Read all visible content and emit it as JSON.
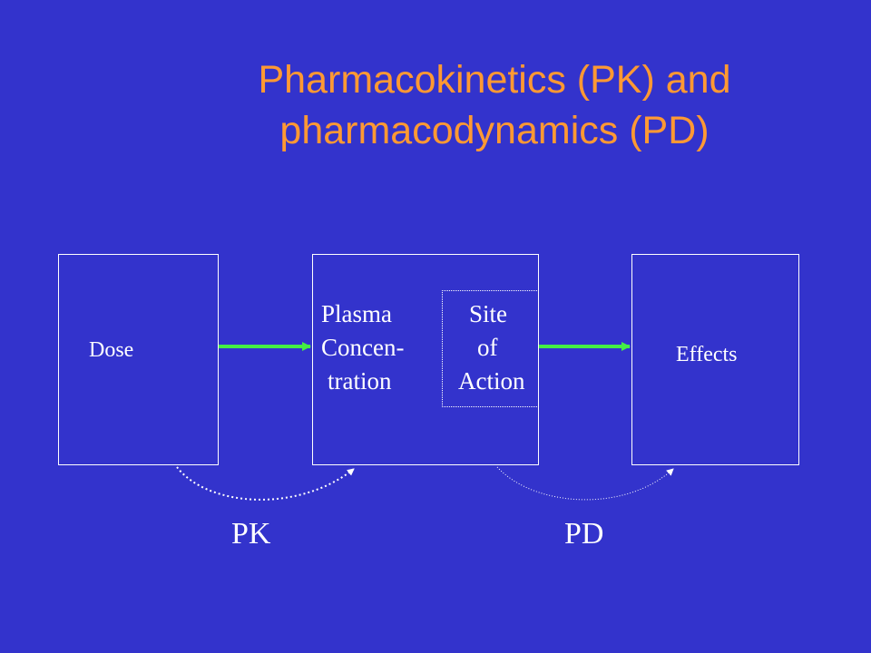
{
  "slide": {
    "title_line1": "Pharmacokinetics (PK) and",
    "title_line2": "pharmacodynamics (PD)"
  },
  "diagram": {
    "dose_label": "Dose",
    "plasma_line1": "Plasma",
    "plasma_line2": "Concen-",
    "plasma_line3": "tration",
    "site_line1": "Site",
    "site_line2": "of",
    "site_line3": "Action",
    "effects_label": "Effects",
    "pk_label": "PK",
    "pd_label": "PD"
  },
  "colors": {
    "background": "#3333cc",
    "title": "#ff9933",
    "arrow": "#44ee44",
    "text": "#ffffff"
  }
}
